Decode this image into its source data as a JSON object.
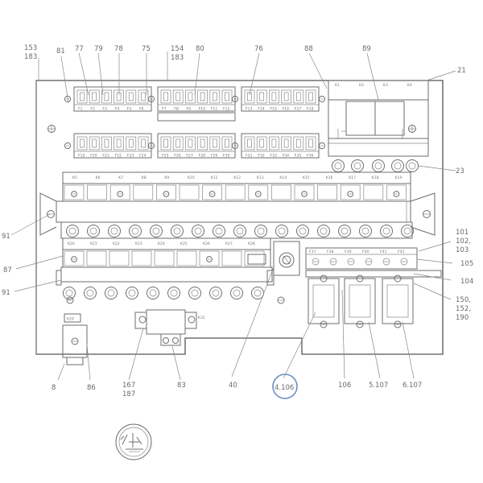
{
  "callouts": {
    "c153_183": [
      "153",
      "183"
    ],
    "c81": "81",
    "c77": "77",
    "c79": "79",
    "c78": "78",
    "c75": "75",
    "c154_183": [
      "154",
      "183"
    ],
    "c80": "80",
    "c76": "76",
    "c88": "88",
    "c89": "89",
    "c21": "21",
    "c23": "23",
    "c91a": "91",
    "c101_102_103": [
      "101",
      "102,",
      "103"
    ],
    "c87": "87",
    "c105": "105",
    "c91b": "91",
    "c104": "104",
    "c150_152_190": [
      "150,",
      "152,",
      "190"
    ],
    "c40": "40",
    "c4_106": "4.106",
    "c106": "106",
    "c5_107": "5.107",
    "c6_107": "6.107",
    "c8": "8",
    "c86": "86",
    "c167_187": [
      "167",
      "187"
    ],
    "c83": "83"
  },
  "fuse_labels_row1": [
    "F1",
    "F2",
    "F3",
    "F4",
    "F5",
    "F6",
    "F7",
    "F8",
    "F9",
    "F10",
    "F11",
    "F12",
    "F13",
    "F14",
    "F15",
    "F16",
    "F17",
    "F18"
  ],
  "fuse_labels_row2": [
    "F19",
    "F20",
    "F21",
    "F22",
    "F23",
    "F24",
    "F25",
    "F26",
    "F27",
    "F28",
    "F29",
    "F30",
    "F31",
    "F32",
    "F33",
    "F34",
    "F35",
    "F36"
  ],
  "relay_labels_row1": [
    "K5",
    "K6",
    "K7",
    "K8",
    "K9",
    "K10",
    "K11",
    "K12",
    "K13",
    "K14",
    "K15",
    "K16",
    "K17",
    "K18",
    "K19"
  ],
  "relay_labels_row2": [
    "K20",
    "K21",
    "K22",
    "K23",
    "K24",
    "K25",
    "K26",
    "K27",
    "K28"
  ],
  "contactor_labels": [
    "K1",
    "K2",
    "K3",
    "K4"
  ],
  "small_labels": {
    "k29": "K29",
    "k31": "K31",
    "fuses_bottom": [
      "F37",
      "F38",
      "F39",
      "F40",
      "F41",
      "F42"
    ]
  },
  "highlight_color": "#6b8fc7",
  "line_color": "#6e6e6e"
}
